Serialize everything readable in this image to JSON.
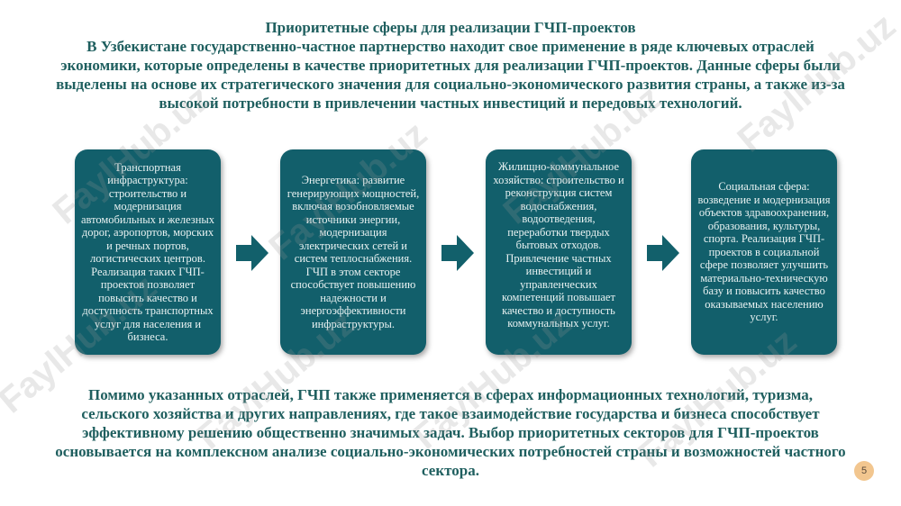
{
  "heading": {
    "title": "Приоритетные сферы для реализации ГЧП-проектов",
    "intro": "В Узбекистане государственно-частное партнерство находит свое применение в ряде ключевых отраслей экономики, которые определены в качестве приоритетных для реализации ГЧП-проектов. Данные сферы были выделены на основе их стратегического значения для социально-экономического развития страны, а также из-за высокой потребности в привлечении частных инвестиций и передовых технологий."
  },
  "cards": [
    {
      "text": "Транспортная инфраструктура: строительство и модернизация автомобильных и железных дорог, аэропортов, морских и речных портов, логистических центров. Реализация таких ГЧП-проектов позволяет повысить качество и доступность транспортных услуг для населения и бизнеса."
    },
    {
      "text": "Энергетика: развитие генерирующих мощностей, включая возобновляемые источники энергии, модернизация электрических сетей и систем теплоснабжения. ГЧП в этом секторе способствует повышению надежности и энергоэффективности инфраструктуры."
    },
    {
      "text": "Жилищно-коммунальное хозяйство: строительство и реконструкция систем водоснабжения, водоотведения, переработки твердых бытовых отходов. Привлечение частных инвестиций и управленческих компетенций повышает качество и доступность коммунальных услуг."
    },
    {
      "text": "Социальная сфера: возведение и модернизация объектов здравоохранения, образования, культуры, спорта. Реализация ГЧП-проектов в социальной сфере позволяет улучшить материально-техническую базу и повысить качество оказываемых населению услуг."
    }
  ],
  "footer": {
    "text": "Помимо указанных отраслей, ГЧП также применяется в сферах информационных технологий, туризма, сельского хозяйства и других направлениях, где такое взаимодействие государства и бизнеса способствует эффективному решению общественно значимых задач. Выбор приоритетных секторов для ГЧП-проектов основывается на комплексном анализе социально-экономических потребностей страны и возможностей частного сектора."
  },
  "page_number": "5",
  "watermark": "FaylHub.uz",
  "colors": {
    "card_bg": "#125f6b",
    "heading_text": "#1f5f5f",
    "arrow": "#12606b",
    "page_badge": "#f2c68f"
  },
  "icons": {
    "arrow": "right-arrow-icon"
  }
}
